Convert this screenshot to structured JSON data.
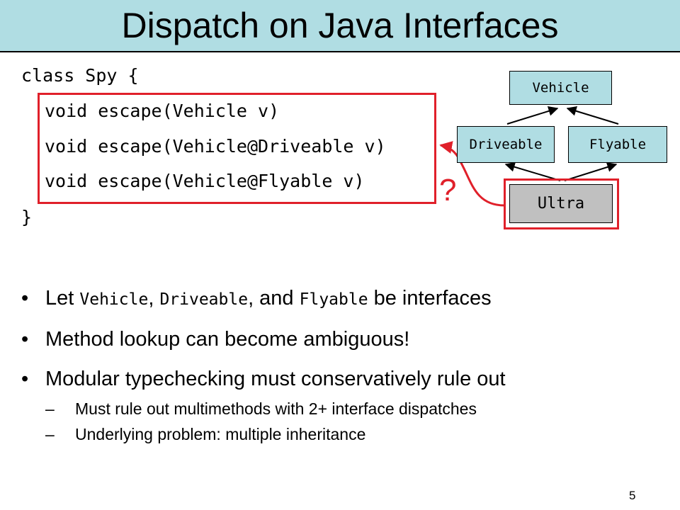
{
  "slide": {
    "title": "Dispatch on Java Interfaces",
    "page_number": "5"
  },
  "code": {
    "line1": "class Spy {",
    "line2": "void escape(Vehicle v)",
    "line3": "void escape(Vehicle@Driveable v)",
    "line4": "void escape(Vehicle@Flyable v)",
    "line5": "}"
  },
  "diagram": {
    "vehicle": "Vehicle",
    "driveable": "Driveable",
    "flyable": "Flyable",
    "ultra": "Ultra",
    "question": "?"
  },
  "bullets": {
    "b1_pre": "Let ",
    "b1_t1": "Vehicle",
    "b1_s1": ", ",
    "b1_t2": "Driveable",
    "b1_s2": ", and ",
    "b1_t3": "Flyable",
    "b1_post": " be interfaces",
    "b2": "Method lookup can become ambiguous!",
    "b3": "Modular typechecking must conservatively rule out",
    "s1": "Must rule out multimethods with 2+ interface dispatches",
    "s2": "Underlying problem: multiple inheritance"
  },
  "symbols": {
    "bullet": "•",
    "dash": "–"
  },
  "colors": {
    "title_bg": "#b0dde3",
    "highlight_red": "#e0202a",
    "node_bg": "#b0dde3",
    "ultra_bg": "#c0c0c0"
  }
}
